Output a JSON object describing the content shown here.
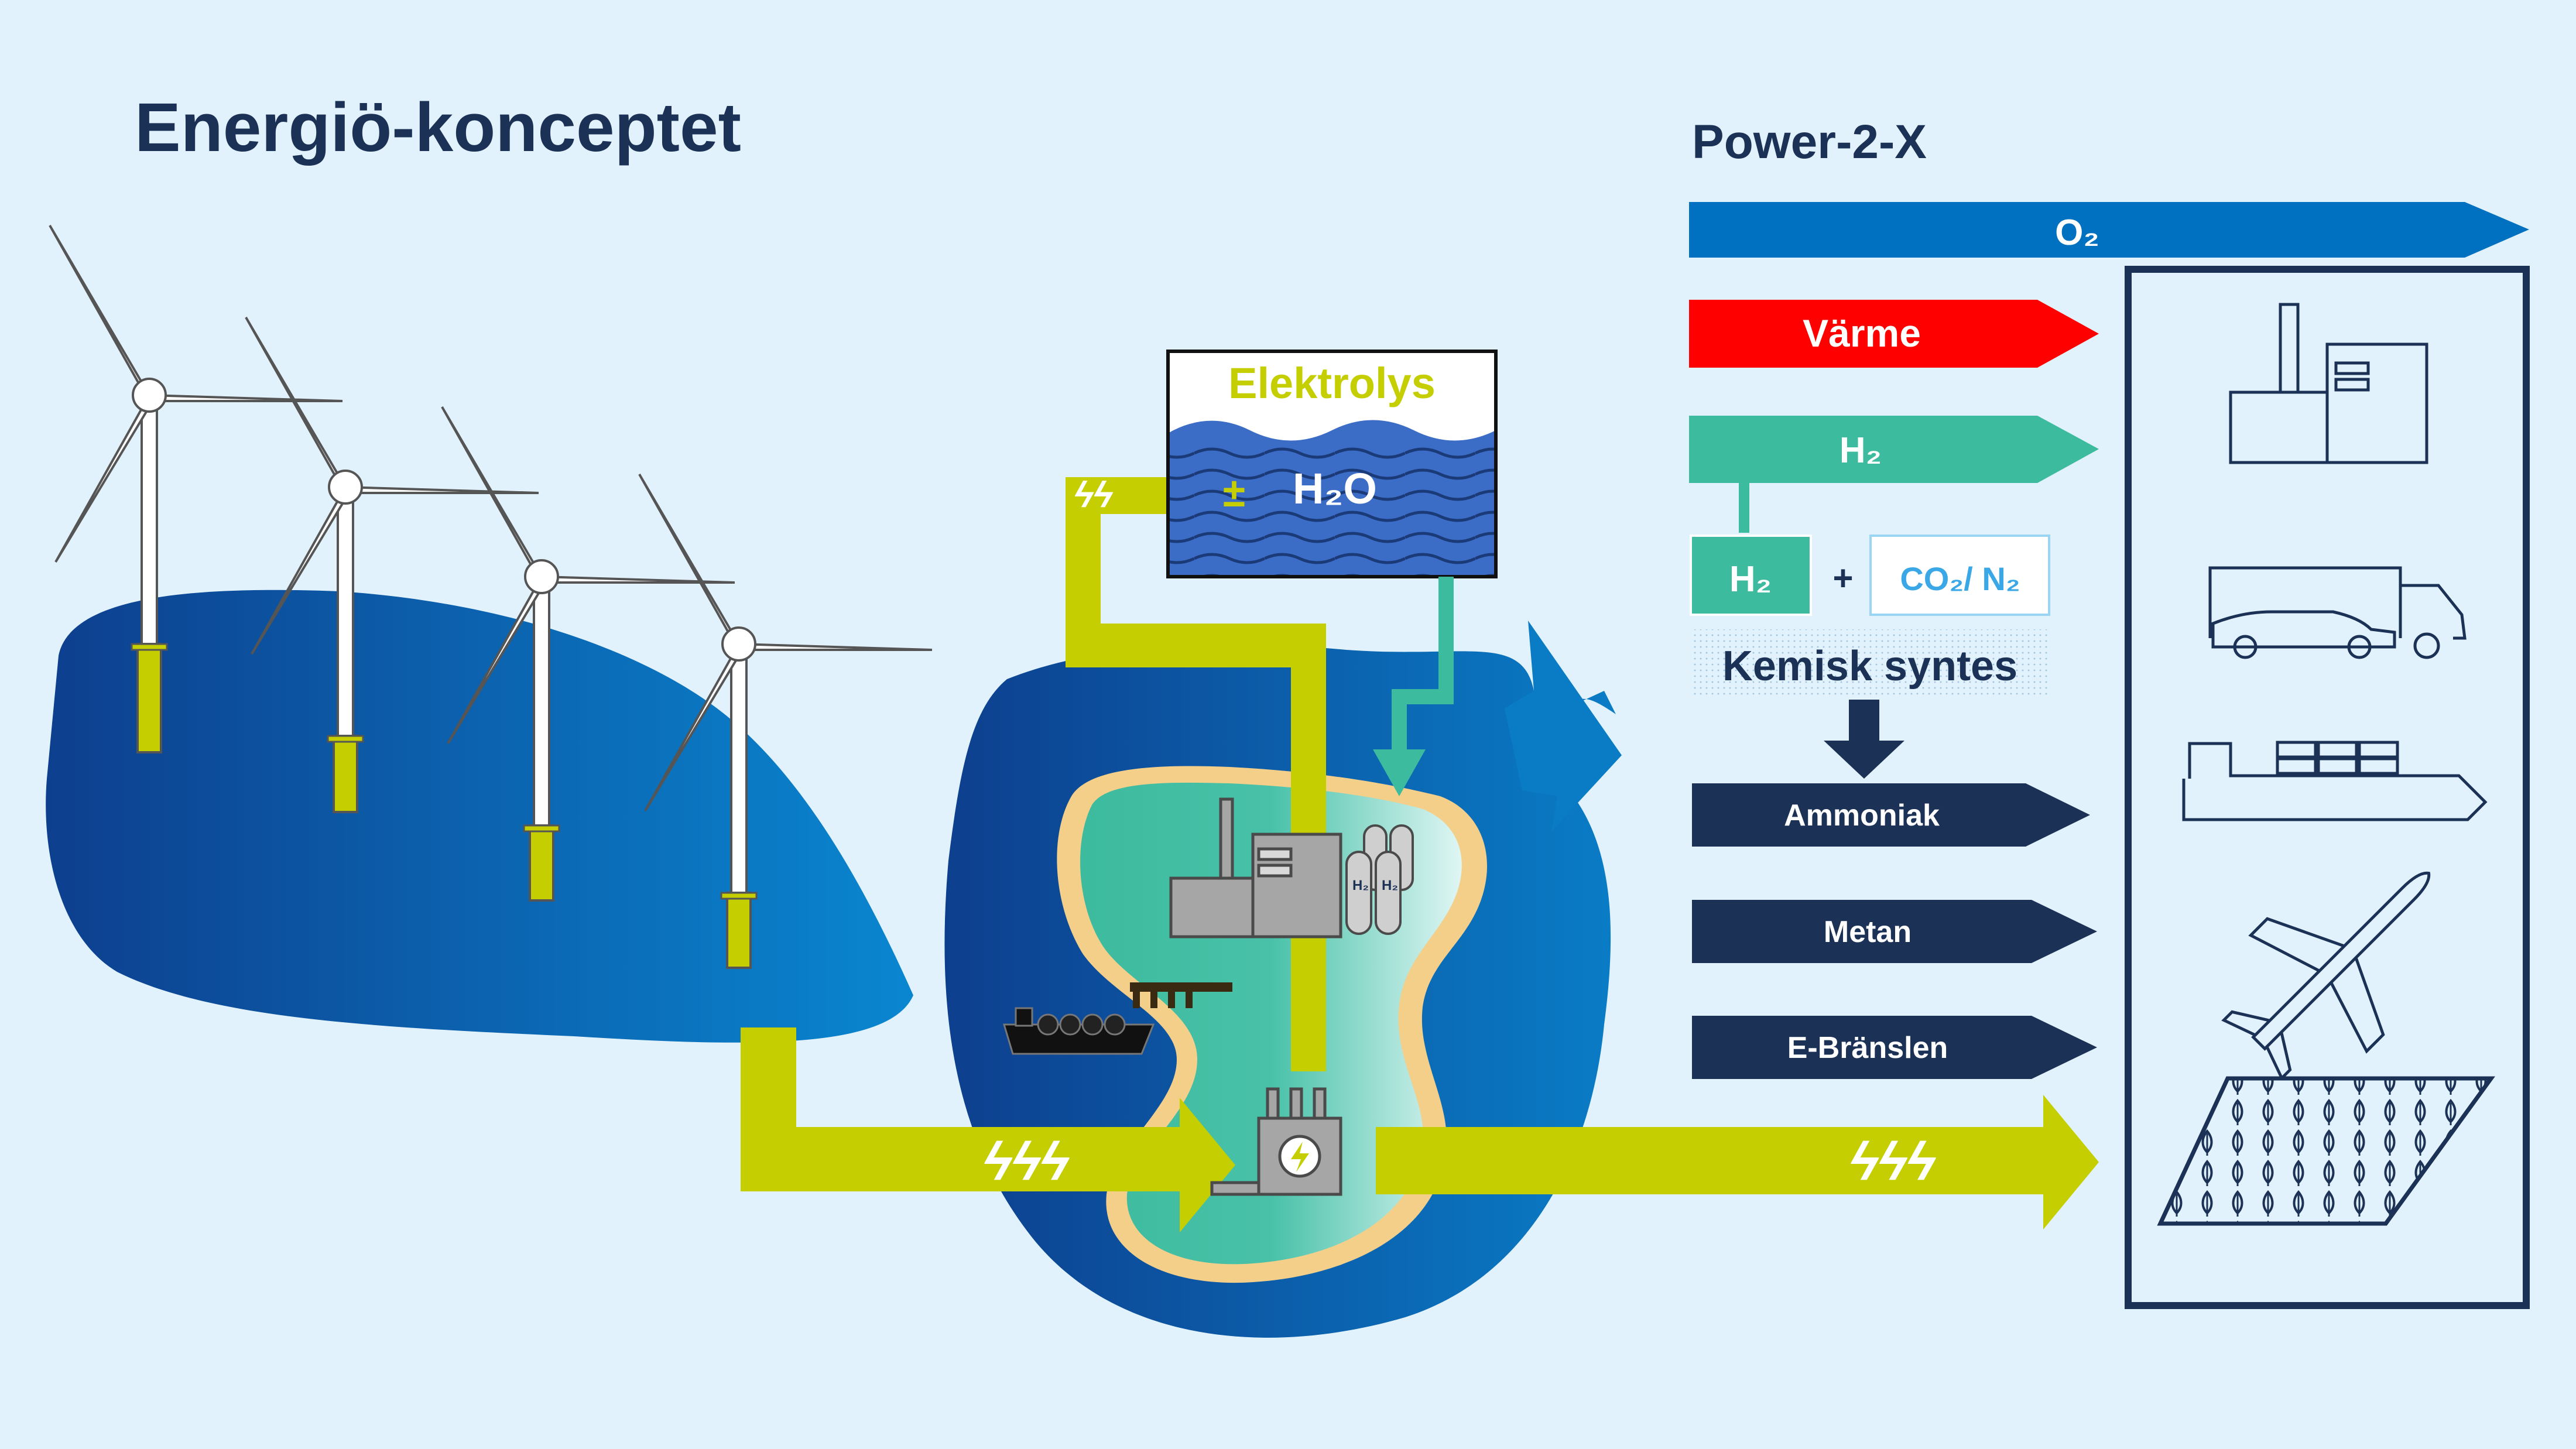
{
  "title": "Energiö-konceptet",
  "p2x": {
    "heading": "Power-2-X",
    "o2_label": "O₂",
    "heat_label": "Värme",
    "h2_label": "H₂",
    "h2_box": "H₂",
    "plus": "+",
    "co2_box": "CO₂/ N₂",
    "synthesis_label": "Kemisk syntes",
    "products": [
      "Ammoniak",
      "Metan",
      "E-Bränslen"
    ]
  },
  "electrolysis": {
    "label": "Elektrolys",
    "water": "H₂O",
    "sign": "±"
  },
  "plant_tank_label": "H₂",
  "power_glyph": "ϟϟϟ",
  "colors": {
    "background": "#e2f2fc",
    "navy": "#1b3155",
    "ocean_dark": "#0d3f8e",
    "ocean_light": "#0a86d0",
    "power": "#c4ce00",
    "h2": "#3dbb9e",
    "heat": "#ff0000",
    "o2": "#0070c0",
    "sand": "#f4cf8a"
  },
  "icons": [
    "factory-icon",
    "truck-car-icon",
    "ship-icon",
    "airplane-icon",
    "field-icon",
    "wind-turbine-icon",
    "transformer-icon",
    "hydrogen-tank-icon",
    "tanker-ship-icon"
  ]
}
